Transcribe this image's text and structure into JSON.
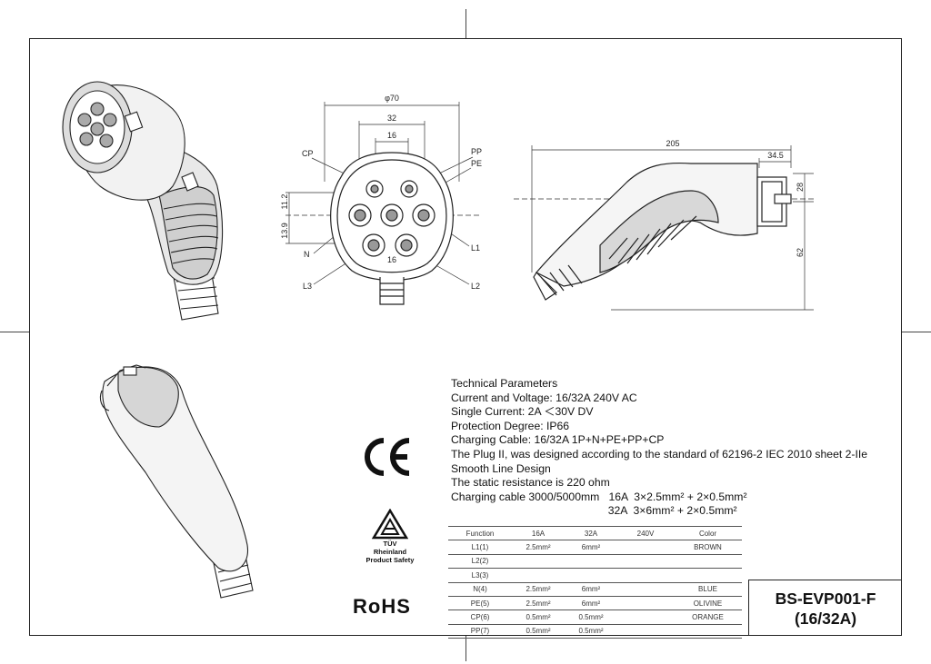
{
  "drawing": {
    "front_view": {
      "diameter_label": "φ70",
      "width_outer": "32",
      "width_inner": "16",
      "width_lower": "16",
      "vert_upper": "11.2",
      "vert_lower": "13.9",
      "pins": {
        "cp": "CP",
        "pp": "PP",
        "pe": "PE",
        "n": "N",
        "l1": "L1",
        "l2": "L2",
        "l3": "L3"
      }
    },
    "side_view": {
      "length": "205",
      "tip": "34.5",
      "height_small": "28",
      "height_large": "62"
    }
  },
  "specs": {
    "title": "Technical Parameters",
    "lines": [
      "Current and Voltage: 16/32A 240V AC",
      "Single Current: 2A ＜30V DV",
      "Protection Degree: IP66",
      "Charging Cable: 16/32A 1P+N+PE+PP+CP",
      "The Plug II, was designed according to the standard of 62196-2 IEC 2010 sheet 2-IIe",
      "Smooth Line Design",
      "The static resistance is 220 ohm",
      "Charging cable 3000/5000mm   16A  3×2.5mm² + 2×0.5mm²",
      "                                                   32A  3×6mm² + 2×0.5mm²"
    ]
  },
  "certs": {
    "tuv_line1": "TÜV",
    "tuv_line2": "Rheinland",
    "tuv_line3": "Product Safety",
    "rohs": "RoHS",
    "ce": "CE"
  },
  "table": {
    "headers": [
      "Function",
      "16A",
      "32A",
      "240V",
      "Color"
    ],
    "rows": [
      [
        "L1(1)",
        "2.5mm²",
        "6mm²",
        "",
        "BROWN"
      ],
      [
        "L2(2)",
        "",
        "",
        "",
        ""
      ],
      [
        "L3(3)",
        "",
        "",
        "",
        ""
      ],
      [
        "N(4)",
        "2.5mm²",
        "6mm²",
        "",
        "BLUE"
      ],
      [
        "PE(5)",
        "2.5mm²",
        "6mm²",
        "",
        "OLIVINE"
      ],
      [
        "CP(6)",
        "0.5mm²",
        "0.5mm²",
        "",
        "ORANGE"
      ],
      [
        "PP(7)",
        "0.5mm²",
        "0.5mm²",
        "",
        ""
      ]
    ]
  },
  "model": {
    "line1": "BS-EVP001-F",
    "line2": "(16/32A)"
  }
}
